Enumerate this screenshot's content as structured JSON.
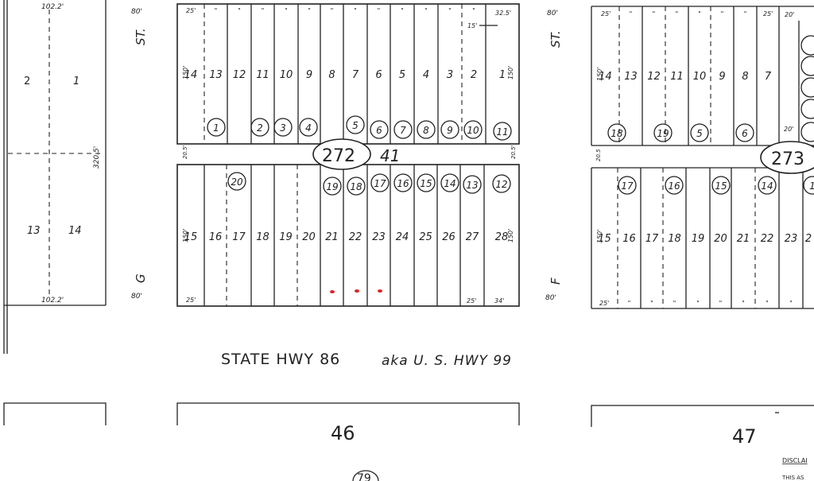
{
  "left_block": {
    "top_dim": "102.2'",
    "bottom_dim": "102.2'",
    "side_dim": "320.5'",
    "lots": [
      "2",
      "1",
      "13",
      "14"
    ]
  },
  "streets": {
    "g_st_top": "ST.",
    "g_st_top_width": "80'",
    "g_st_bottom": "G",
    "g_st_bottom_width": "80'",
    "f_st_top": "ST.",
    "f_st_top_width": "80'",
    "f_st_bottom": "F",
    "f_st_bottom_width": "80'",
    "highway": "STATE HWY 86",
    "highway_aka": "aka U. S. HWY 99"
  },
  "block_272": {
    "page_label": "272",
    "block_label": "41",
    "alley_dim_left": "20.5'",
    "alley_dim_right": "20.5'",
    "top_row": {
      "lots": [
        "14",
        "13",
        "12",
        "11",
        "10",
        "9",
        "8",
        "7",
        "6",
        "5",
        "4",
        "3",
        "2",
        "1"
      ],
      "circled": [
        "1",
        "2",
        "3",
        "4",
        "5",
        "6",
        "7",
        "8",
        "9",
        "10",
        "11"
      ],
      "dim_left_width": "25'",
      "dim_right_width": "32.5'",
      "dim_offset": "15'",
      "dim_left_depth": "150'",
      "dim_right_depth": "150'",
      "ditto": "\""
    },
    "bottom_row": {
      "lots": [
        "15",
        "16",
        "17",
        "18",
        "19",
        "20",
        "21",
        "22",
        "23",
        "24",
        "25",
        "26",
        "27",
        "28"
      ],
      "circled": [
        "20",
        "19",
        "18",
        "17",
        "16",
        "15",
        "14",
        "13",
        "12"
      ],
      "dim_left_width": "25'",
      "dim_right_width_a": "25'",
      "dim_right_width_b": "34'",
      "dim_left_depth": "150'",
      "dim_right_depth": "150'"
    }
  },
  "block_273": {
    "page_label": "273",
    "alley_dim_left": "20.5",
    "top_row": {
      "lots": [
        "14",
        "13",
        "12",
        "11",
        "10",
        "9",
        "8",
        "7"
      ],
      "circled": [
        "18",
        "19",
        "5",
        "6"
      ],
      "dim_left_width": "25'",
      "dim_right_width": "25'",
      "dim_far_right": "20'",
      "dim_depth": "150'",
      "dim_alley_right": "20'"
    },
    "bottom_row": {
      "lots": [
        "15",
        "16",
        "17",
        "18",
        "19",
        "20",
        "21",
        "22",
        "23",
        "2"
      ],
      "circled": [
        "17",
        "16",
        "15",
        "14",
        "1"
      ],
      "dim_left_width": "25'",
      "dim_depth": "150'"
    }
  },
  "lower_parcels": {
    "parcel_46": "46",
    "parcel_47": "47",
    "bottom_circle": "79",
    "disclaimer": "DISCLAI",
    "disclaimer_line2": "THIS AS"
  }
}
